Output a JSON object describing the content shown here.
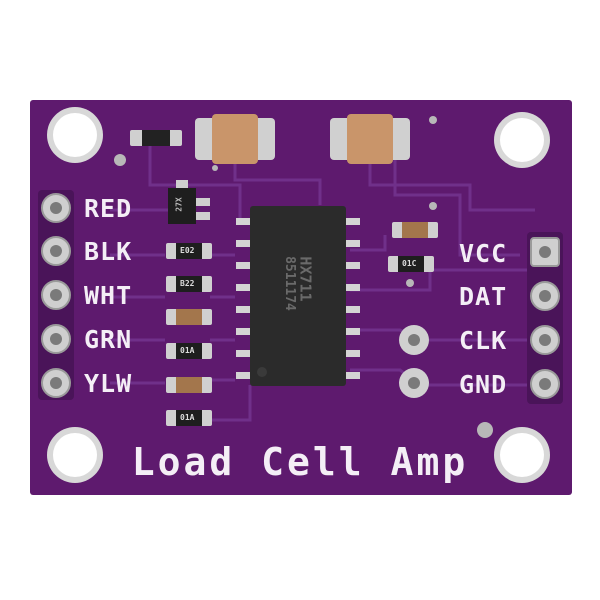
{
  "board": {
    "title": "Load Cell Amp",
    "left_pins": [
      "RED",
      "BLK",
      "WHT",
      "GRN",
      "YLW"
    ],
    "right_pins": [
      "VCC",
      "DAT",
      "CLK",
      "GND"
    ],
    "chip_marking_1": "HX711",
    "chip_marking_2": "8511174",
    "resistor_markings": [
      "E02",
      "B22",
      "01A",
      "01A",
      "01C"
    ],
    "transistor_marking": "27X",
    "colors": {
      "pcb": "#5e1a6e",
      "pcb_trace": "#6e2a80",
      "silkscreen": "#f4eef6",
      "pad": "#c9c9c9",
      "chip": "#2b2b2b",
      "capacitor": "#c9956a"
    }
  }
}
